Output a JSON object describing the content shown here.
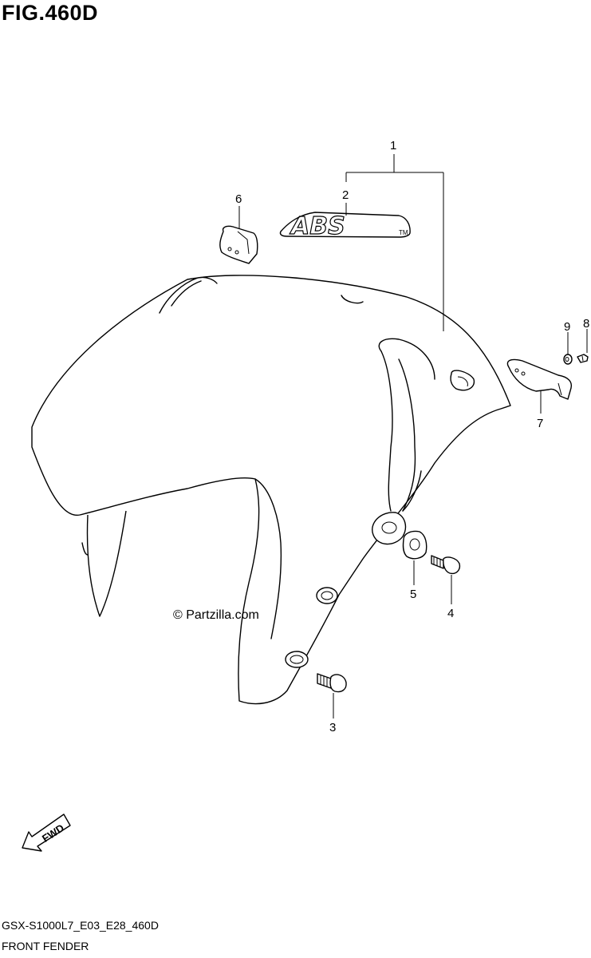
{
  "figure": {
    "title": "FIG.460D",
    "model_code": "GSX-S1000L7_E03_E28_460D",
    "section_name": "FRONT FENDER",
    "watermark": "© Partzilla.com"
  },
  "emblem": {
    "main": "ABS",
    "suffix": "TM"
  },
  "fwd_label": "FWD",
  "callouts": [
    {
      "id": "1",
      "label": "1"
    },
    {
      "id": "2",
      "label": "2"
    },
    {
      "id": "3",
      "label": "3"
    },
    {
      "id": "4",
      "label": "4"
    },
    {
      "id": "5",
      "label": "5"
    },
    {
      "id": "6",
      "label": "6"
    },
    {
      "id": "7",
      "label": "7"
    },
    {
      "id": "8",
      "label": "8"
    },
    {
      "id": "9",
      "label": "9"
    }
  ]
}
